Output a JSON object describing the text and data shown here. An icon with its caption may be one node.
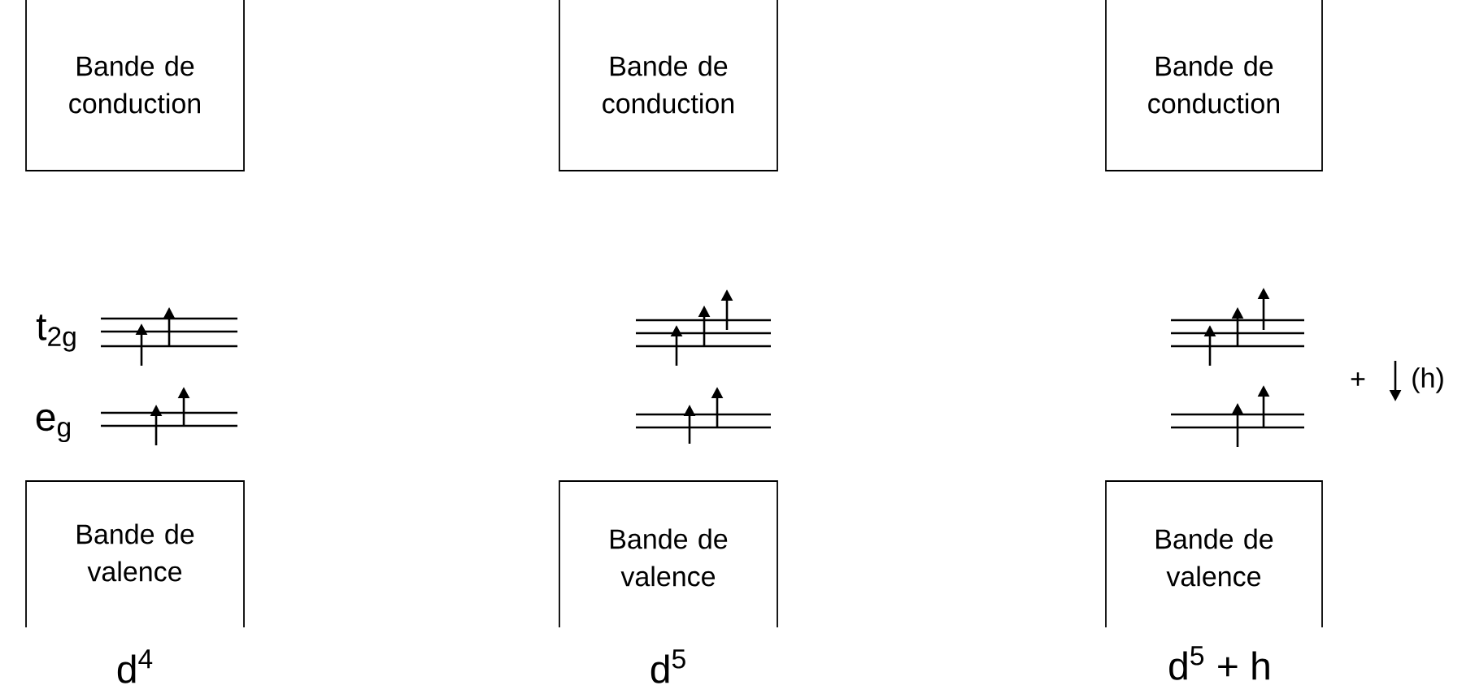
{
  "diagram": {
    "nodes": [
      {
        "text": [
          "Bande de conduction"
        ]
      },
      {
        "text": [
          "Bande de conduction"
        ]
      },
      {
        "text": [
          "Bande de conduction"
        ]
      },
      {
        "text": [
          "Bande de valence"
        ]
      },
      {
        "text": [
          "Bande de valence"
        ]
      },
      {
        "text": [
          "Bande de valence"
        ]
      }
    ],
    "labels": [
      "t$_{2g}$",
      "e$_{g}$",
      "+",
      "(h)",
      "d$^{4}$",
      "d$^{5}$",
      "d$^{5}$ + h"
    ]
  }
}
